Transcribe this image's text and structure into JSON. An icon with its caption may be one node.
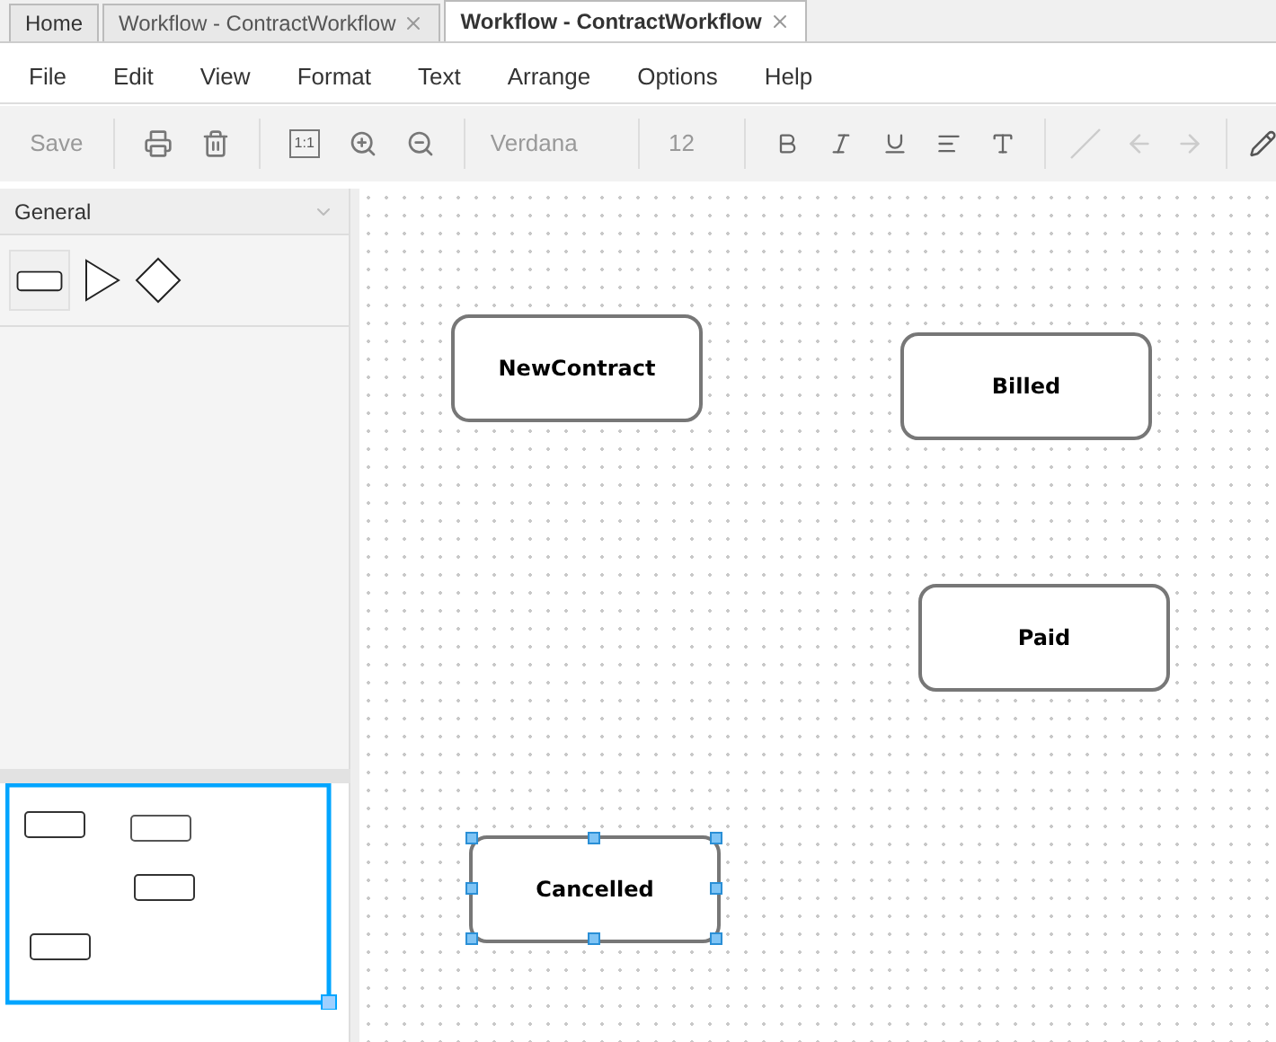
{
  "diagram": {
    "nodes": [
      {
        "text": [
          "NewContract"
        ]
      },
      {
        "text": [
          "Billed"
        ]
      },
      {
        "text": [
          "Paid"
        ]
      },
      {
        "text": [
          "Cancelled"
        ]
      }
    ],
    "labels": [
      "Home",
      "Workflow - ContractWorkflow",
      "Workflow - ContractWorkflow",
      "File",
      "Edit",
      "View",
      "Format",
      "Text",
      "Arrange",
      "Options",
      "Help",
      "Save",
      "1:1",
      "Verdana",
      "12",
      "General"
    ]
  }
}
